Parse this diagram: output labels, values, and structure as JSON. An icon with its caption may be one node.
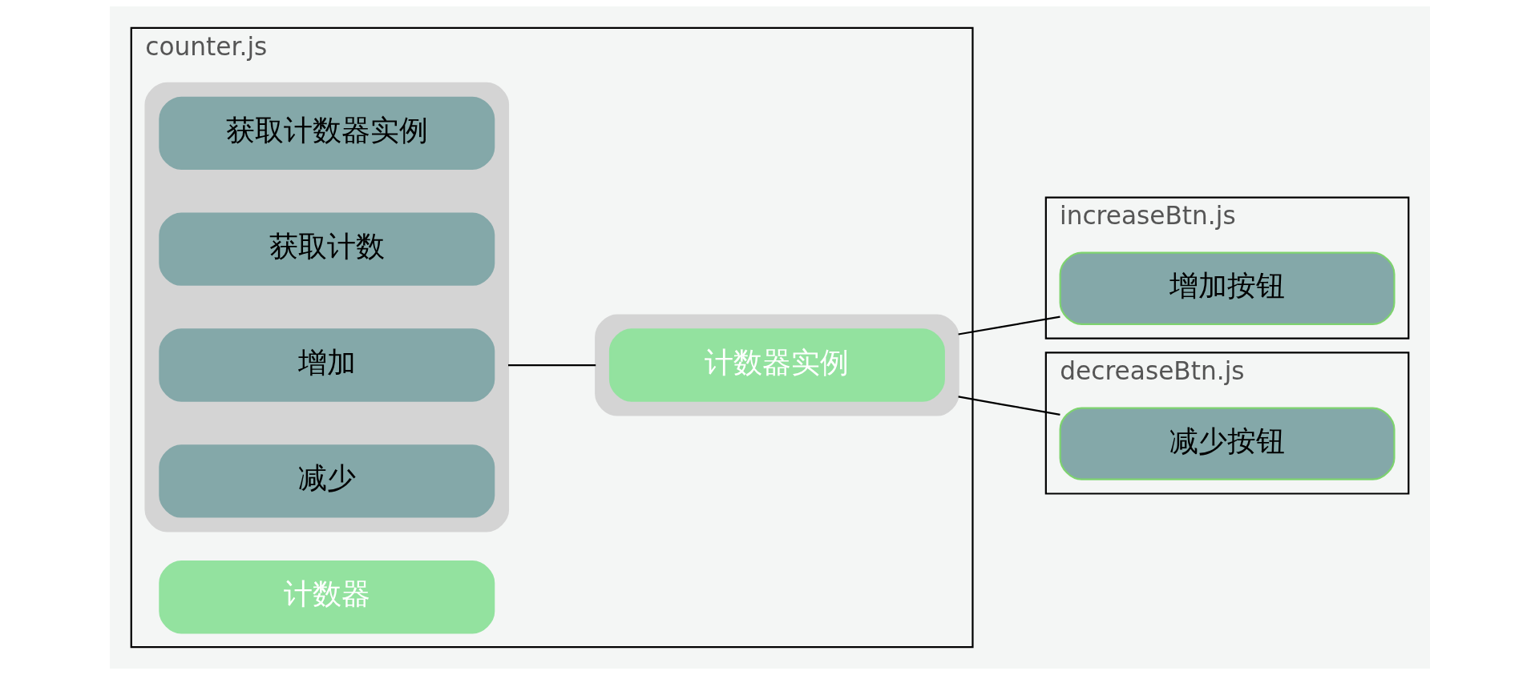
{
  "diagram": {
    "nodes": [
      {
        "text": [
          "counter.js"
        ]
      },
      {
        "text": [],
        "shape": "box",
        "in": 0
      },
      {
        "text": [
          "计数器"
        ],
        "in": 0
      },
      {
        "text": [
          "获取计数器实例"
        ],
        "in": 1
      },
      {
        "text": [
          "获取计数"
        ],
        "in": 1
      },
      {
        "text": [
          "增加"
        ],
        "in": 1
      },
      {
        "text": [
          "减少"
        ],
        "in": 1
      },
      {
        "text": [],
        "shape": "box",
        "in": 0
      },
      {
        "text": [
          "计数器实例"
        ],
        "in": 7
      },
      {
        "text": [
          "increaseBtn.js"
        ]
      },
      {
        "text": [
          "增加按钮"
        ],
        "in": 9
      },
      {
        "text": [
          "decreaseBtn.js"
        ]
      },
      {
        "text": [
          "减少按钮"
        ],
        "in": 11
      }
    ],
    "edges": [
      {
        "from": 1,
        "to": 7,
        "arrow": "none"
      },
      {
        "from": 7,
        "to": 10,
        "arrow": "none"
      },
      {
        "from": 7,
        "to": 12,
        "arrow": "none"
      }
    ]
  }
}
